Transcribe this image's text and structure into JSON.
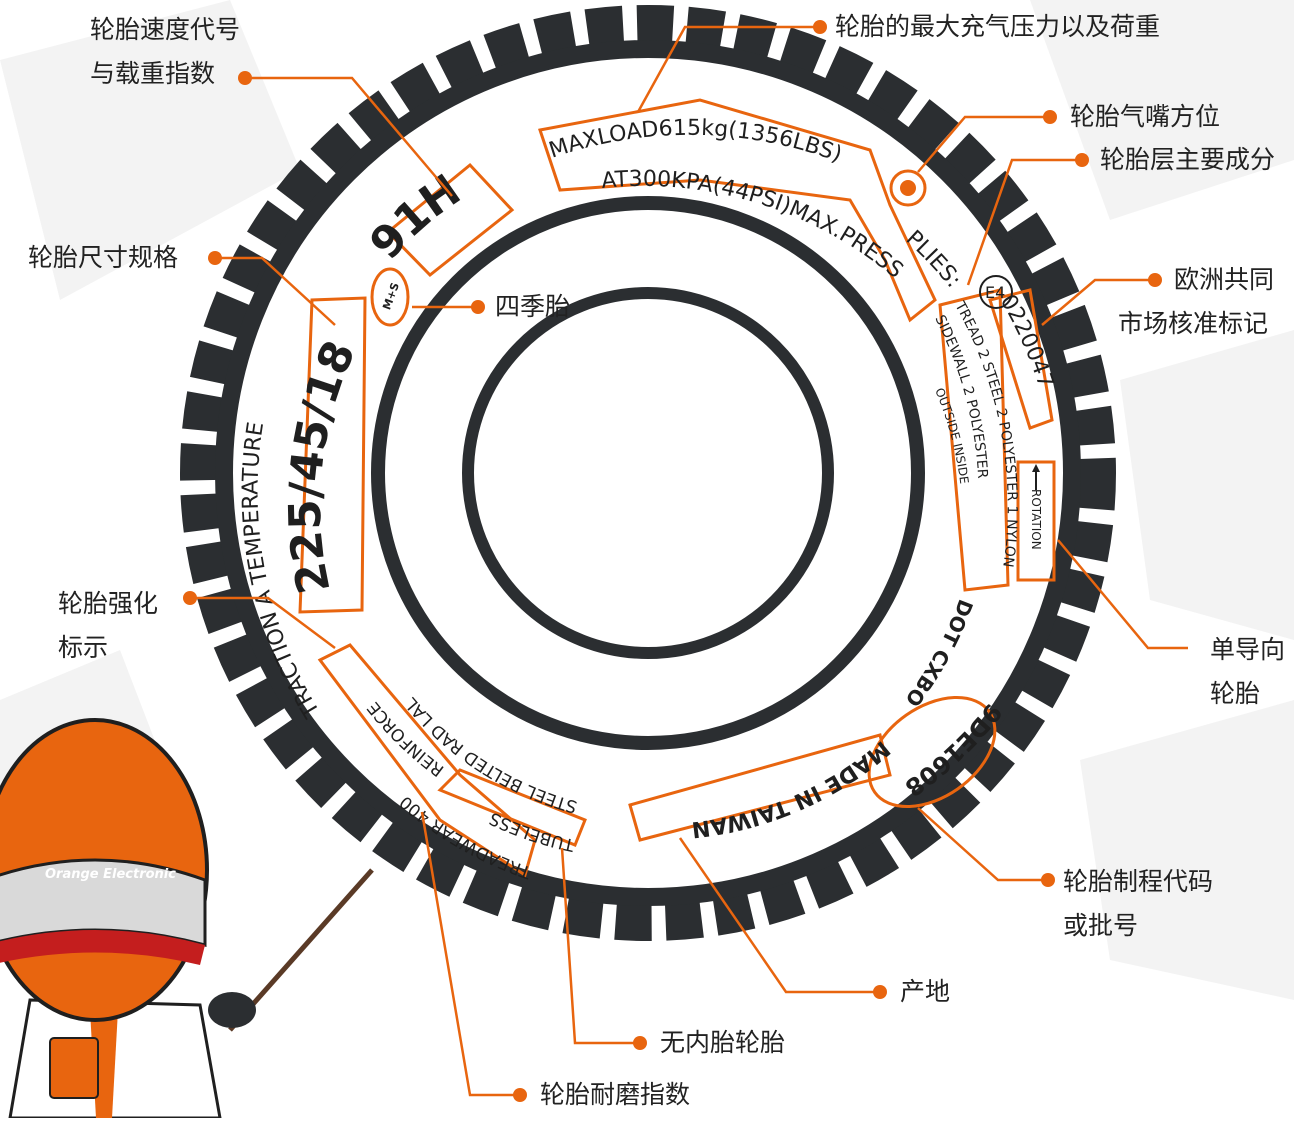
{
  "accent_color": "#e8650f",
  "tire_color": "#2b2e31",
  "labels": {
    "speed_load": {
      "line1": "轮胎速度代号",
      "line2": "与载重指数"
    },
    "max_pressure": "轮胎的最大充气压力以及荷重",
    "valve": "轮胎气嘴方位",
    "ply": "轮胎层主要成分",
    "size": "轮胎尺寸规格",
    "all_season": "四季胎",
    "ece": {
      "line1": "欧洲共同",
      "line2": "市场核准标记"
    },
    "reinforce": {
      "line1": "轮胎强化",
      "line2": "标示"
    },
    "directional": {
      "line1": "单导向",
      "line2": "轮胎"
    },
    "batch": {
      "line1": "轮胎制程代码",
      "line2": "或批号"
    },
    "origin": "产地",
    "tubeless": "无内胎轮胎",
    "treadwear": "轮胎耐磨指数"
  },
  "tire_text": {
    "maxload_line1": "MAXLOAD615kg(1356LBS)",
    "maxload_line2": "AT300KPA(44PSI)MAX.PRESS",
    "speed": "91H",
    "size": "225/45/18",
    "season": "M+S",
    "uniformity": "TRACTION  A  TEMPERATURE",
    "plies_label": "PLIES:",
    "ply_tread": "TREAD 2 STEEL 2 POLYESTER 1 NYLON",
    "ply_sidewall": "SIDEWALL 2 POLYESTER",
    "ply_side": "OUTSIDE INSIDE",
    "ece_mark": "E4",
    "ece_number": "0220047",
    "rotation": "ROTATION",
    "dot": "DOT CXBO",
    "batch_code": "9DE1608",
    "made_in": "MADE IN TAIWAN",
    "steel_belted": "STEEL BELTED RAD LAL",
    "tubeless": "TUBELESS",
    "reinforce": "REINFORCE",
    "treadwear": "TREADWEAR 400"
  },
  "mascot": {
    "brand": "Orange Electronic"
  }
}
